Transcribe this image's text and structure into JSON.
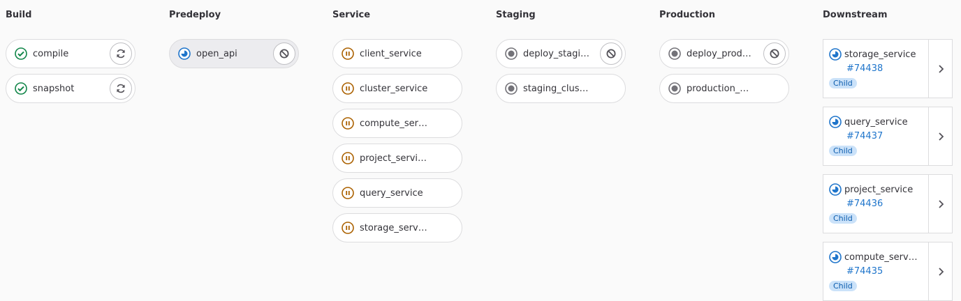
{
  "colors": {
    "success": "#108548",
    "running": "#1f75cb",
    "manual": "#ab6100",
    "created": "#737278"
  },
  "stages": [
    {
      "title": "Build",
      "jobs": [
        {
          "name": "compile",
          "status": "success",
          "action": "retry-icon"
        },
        {
          "name": "snapshot",
          "status": "success",
          "action": "retry-icon"
        }
      ]
    },
    {
      "title": "Predeploy",
      "jobs": [
        {
          "name": "open_api",
          "status": "running",
          "action": "cancel-icon"
        }
      ]
    },
    {
      "title": "Service",
      "jobs": [
        {
          "name": "client_service",
          "status": "manual"
        },
        {
          "name": "cluster_service",
          "status": "manual"
        },
        {
          "name": "compute_ser…",
          "status": "manual"
        },
        {
          "name": "project_servi…",
          "status": "manual"
        },
        {
          "name": "query_service",
          "status": "manual"
        },
        {
          "name": "storage_serv…",
          "status": "manual"
        }
      ]
    },
    {
      "title": "Staging",
      "jobs": [
        {
          "name": "deploy_stagi…",
          "status": "created",
          "action": "cancel-icon"
        },
        {
          "name": "staging_clus…",
          "status": "created"
        }
      ]
    },
    {
      "title": "Production",
      "jobs": [
        {
          "name": "deploy_prod…",
          "status": "created",
          "action": "cancel-icon"
        },
        {
          "name": "production_…",
          "status": "created"
        }
      ]
    }
  ],
  "downstream": {
    "title": "Downstream",
    "pipelines": [
      {
        "name": "storage_service",
        "id": "#74438",
        "badge": "Child",
        "status": "running"
      },
      {
        "name": "query_service",
        "id": "#74437",
        "badge": "Child",
        "status": "running"
      },
      {
        "name": "project_service",
        "id": "#74436",
        "badge": "Child",
        "status": "running"
      },
      {
        "name": "compute_serv…",
        "id": "#74435",
        "badge": "Child",
        "status": "running"
      }
    ]
  }
}
